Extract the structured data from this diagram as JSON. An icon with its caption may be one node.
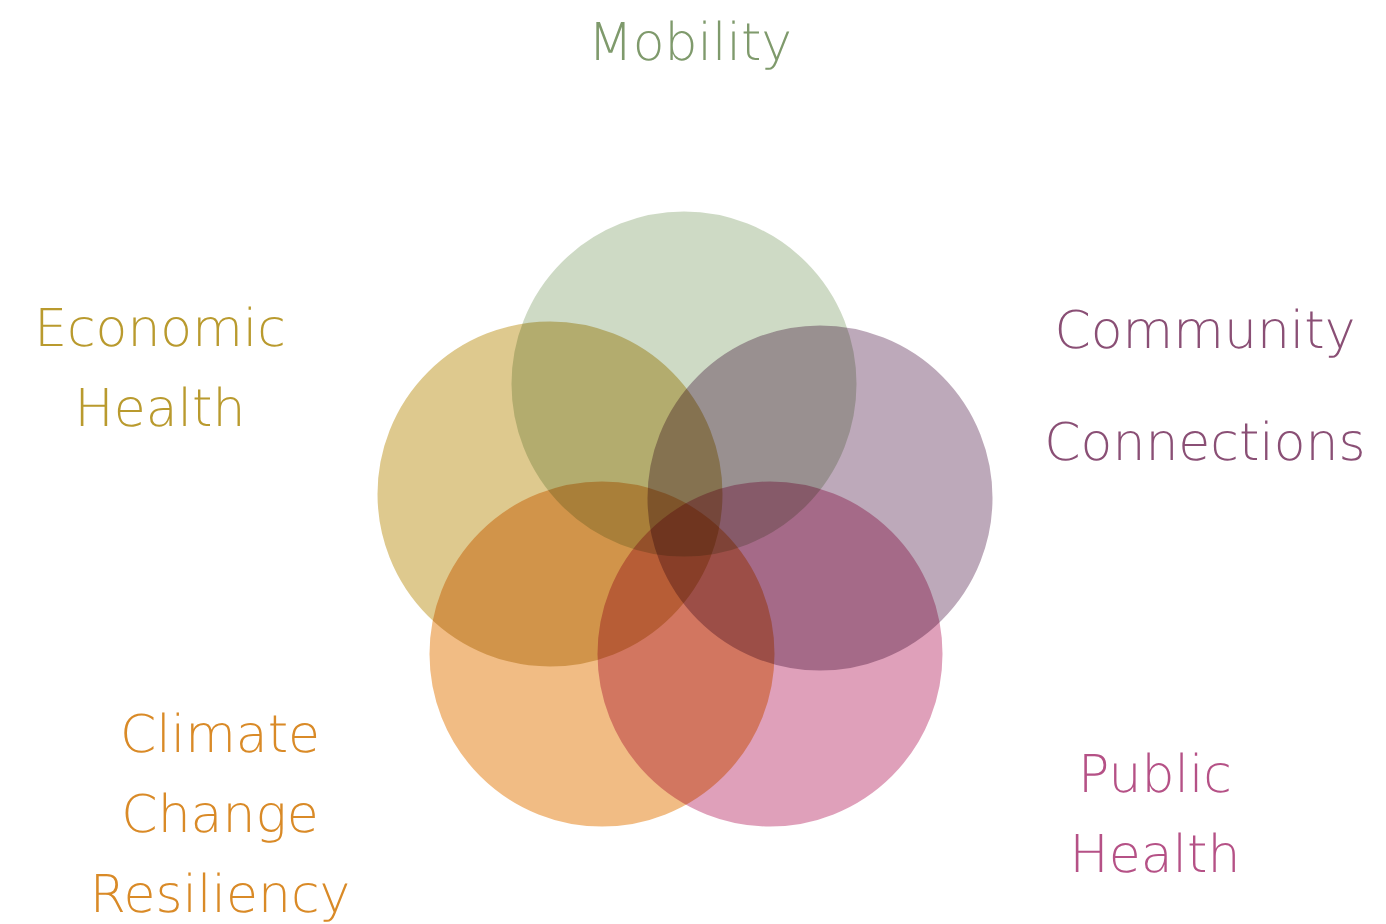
{
  "diagram": {
    "nodes": [
      {
        "text": [
          "Mobility"
        ]
      },
      {
        "text": [
          "Community Connections"
        ]
      },
      {
        "text": [
          "Public Health"
        ]
      },
      {
        "text": [
          "Climate Change Resiliency"
        ]
      },
      {
        "text": [
          "Economic Health"
        ]
      }
    ],
    "edges": []
  }
}
